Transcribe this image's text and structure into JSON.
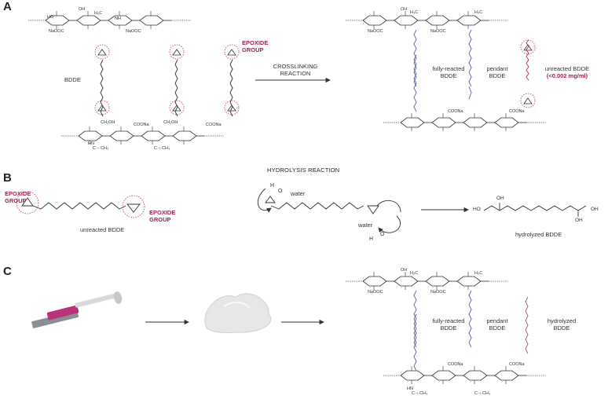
{
  "panels": {
    "a": "A",
    "b": "B",
    "c": "C"
  },
  "colors": {
    "epoxide": "#a3234a",
    "linker": "#5a63a8",
    "hydrolyzed": "#9a5a78"
  },
  "panel_a": {
    "epoxide_group": [
      "EPOXIDE",
      "GROUP"
    ],
    "bdde": "BDDE",
    "reaction": [
      "CROSSLINKING",
      "REACTION"
    ],
    "fully_reacted": [
      "fully-reacted",
      "BDDE"
    ],
    "pendant": [
      "pendant",
      "BDDE"
    ],
    "unreacted": [
      "unreacted BDDE",
      "(<0.002 mg/ml)"
    ]
  },
  "panel_b": {
    "title": "HYDROLYSIS REACTION",
    "epoxide_left": [
      "EPOXIDE",
      "GROUP"
    ],
    "epoxide_right": [
      "EPOXIDE",
      "GROUP"
    ],
    "unreacted": "unreacted BDDE",
    "water_top": "water",
    "water_bottom": "water",
    "hydrolyzed": "hydrolyzed BDDE",
    "chem": {
      "h": "H",
      "o": "O",
      "ho": "HO",
      "oh": "OH"
    }
  },
  "panel_c": {
    "fully_reacted": [
      "fully-reacted",
      "BDDE"
    ],
    "pendant": [
      "pendant",
      "BDDE"
    ],
    "hydrolyzed": [
      "hydrolyzed",
      "BDDE"
    ]
  },
  "chain_labels": {
    "ho": "HO",
    "oh": "OH",
    "h3c": "H₃C",
    "nh": "NH",
    "naooc": "NaOOC",
    "coona": "COONa",
    "ch2oh": "CH₂OH",
    "c_ch3": "C – CH₃",
    "o": "O",
    "hn": "HN"
  }
}
